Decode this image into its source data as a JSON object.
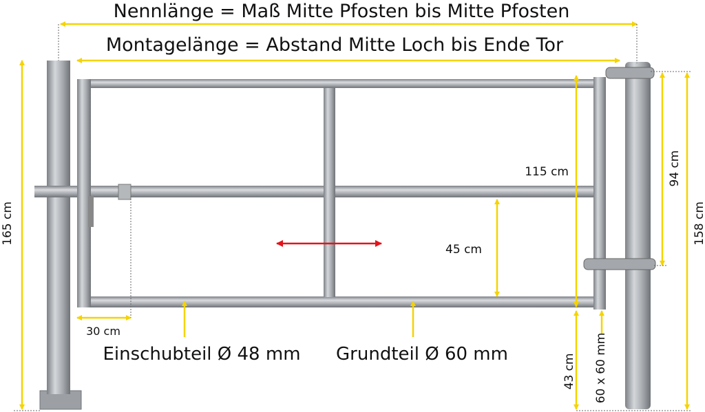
{
  "labels": {
    "nominal_length": "Nennlänge = Maß Mitte Pfosten bis Mitte Pfosten",
    "mounting_length": "Montagelänge = Abstand Mitte Loch bis Ende Tor",
    "height_left": "165 cm",
    "height_right": "158 cm",
    "hinge_distance": "94 cm",
    "gate_height": "115 cm",
    "rail_spacing": "45 cm",
    "ground_clearance": "43 cm",
    "profile": "60 x 60 mm",
    "overlap": "30 cm",
    "insert_part": "Einschubteil Ø 48 mm",
    "base_part": "Grundteil Ø 60 mm"
  },
  "colors": {
    "dimension": "#f5d300",
    "adjust_arrow": "#e3141b",
    "metal": "#a9adb2"
  }
}
